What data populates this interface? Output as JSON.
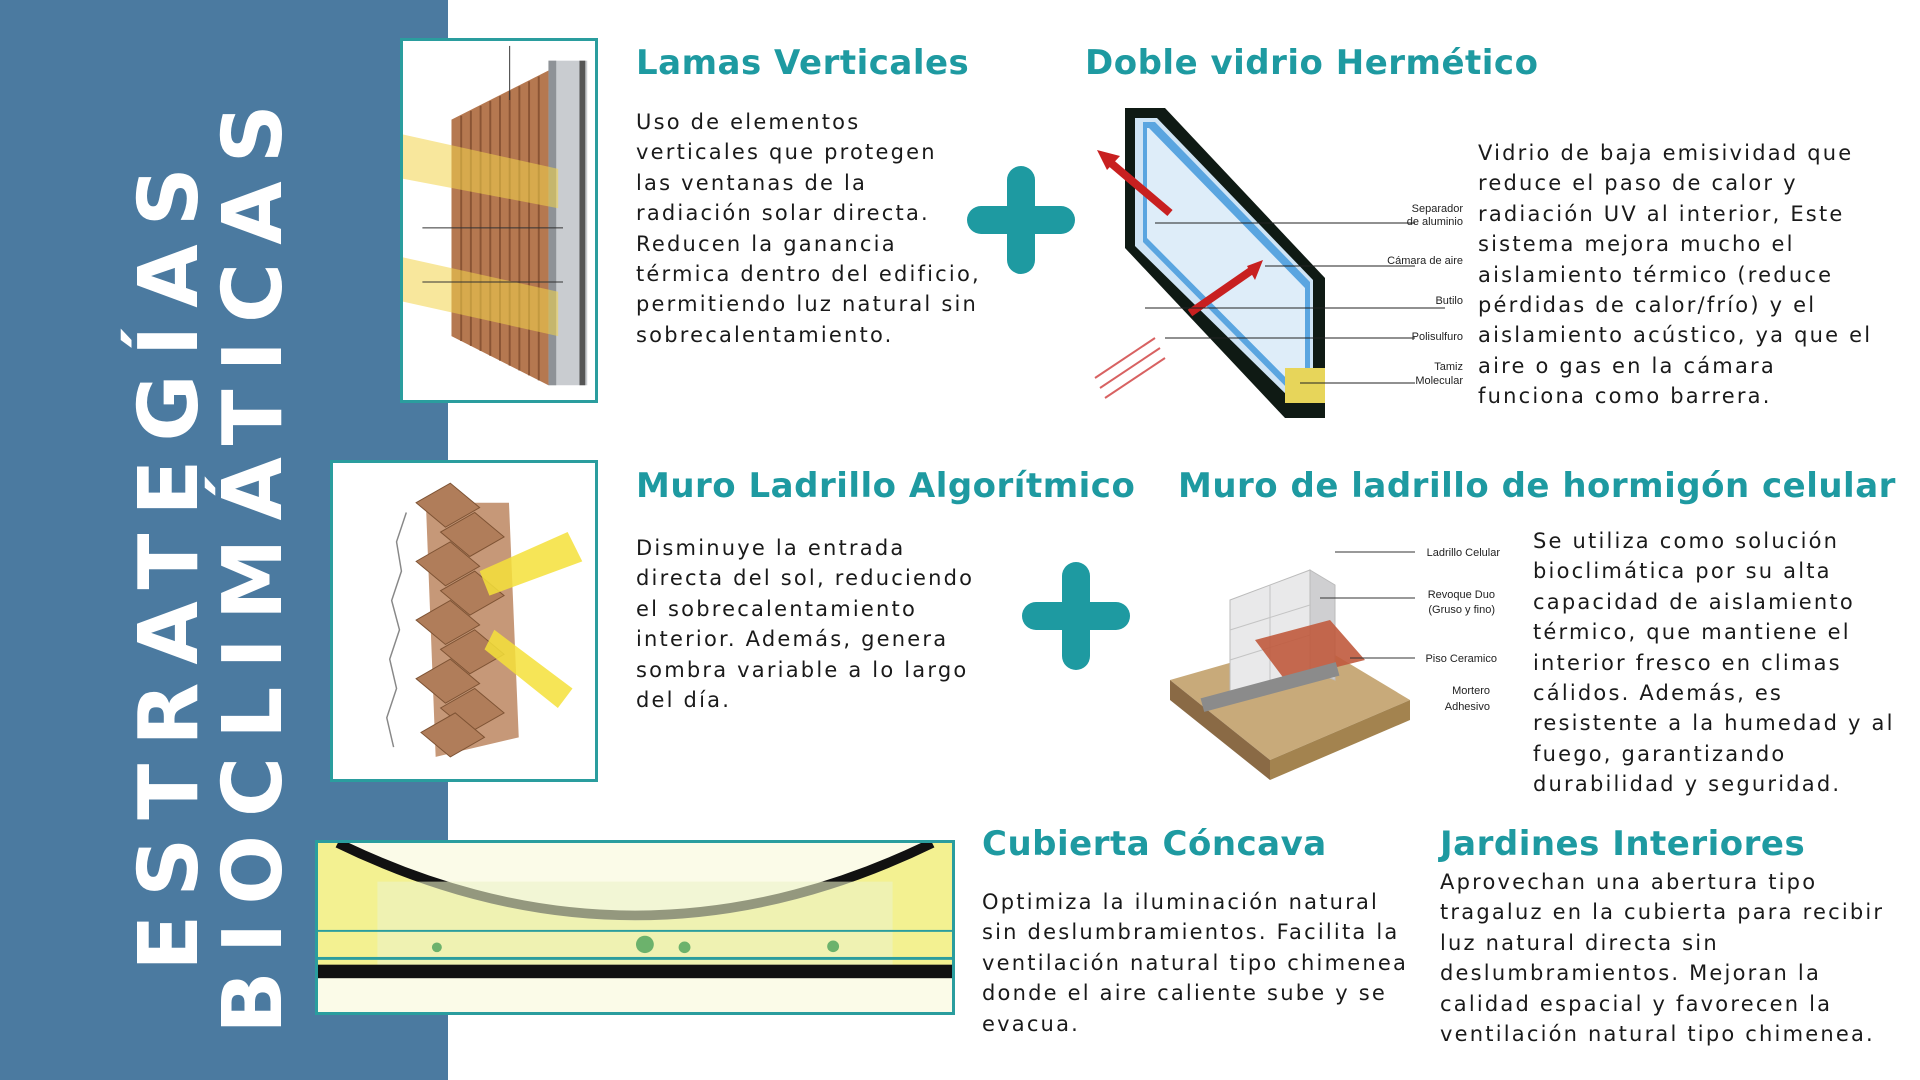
{
  "vertical_title": {
    "line1": "ESTRATEGÍAS",
    "line2": "BIOCLIMÁTICAS"
  },
  "lamas": {
    "title": "Lamas Verticales",
    "text": "Uso de elementos verticales que protegen las ventanas de la radiación solar directa. Reducen la ganancia térmica dentro del edificio, permitiendo luz natural sin sobrecalentamiento."
  },
  "doble_vidrio": {
    "title": "Doble vidrio Hermético",
    "text": "Vidrio de baja emisividad que reduce el paso de calor y radiación UV al interior, Este sistema mejora mucho el aislamiento térmico (reduce pérdidas de calor/frío) y el aislamiento acústico, ya que el aire o gas en la cámara funciona como barrera.",
    "labels": {
      "separador_1": "Separador",
      "separador_2": "de aluminio",
      "camara": "Cámara de aire",
      "butilo": "Butilo",
      "polisulfuro": "Polisulfuro",
      "tamiz_1": "Tamiz",
      "tamiz_2": "Molecular"
    }
  },
  "muro_algoritmico": {
    "title": "Muro Ladrillo Algorítmico",
    "text": "Disminuye la entrada directa del sol, reduciendo el sobrecalentamiento interior. Además, genera sombra variable a lo largo del día."
  },
  "muro_hormigon": {
    "title": "Muro de ladrillo de hormigón celular",
    "text": "Se utiliza como solución bioclimática por su alta capacidad de aislamiento térmico, que mantiene el interior fresco en climas cálidos. Además, es resistente a la humedad y al fuego, garantizando durabilidad y seguridad.",
    "labels": {
      "ladrillo": "Ladrillo Celular",
      "revoque_1": "Revoque Duo",
      "revoque_2": "(Gruso y fino)",
      "piso": "Piso Ceramico",
      "mortero_1": "Mortero",
      "mortero_2": "Adhesivo"
    }
  },
  "cubierta": {
    "title": "Cubierta Cóncava",
    "text": "Optimiza la iluminación natural sin deslumbramientos. Facilita la ventilación natural tipo chimenea donde el aire caliente sube y se evacua."
  },
  "jardines": {
    "title": "Jardines Interiores",
    "text": "Aprovechan una abertura tipo tragaluz en la cubierta para recibir luz natural directa sin deslumbramientos. Mejoran la calidad espacial y favorecen la ventilación natural tipo chimenea."
  },
  "colors": {
    "sidebar": "#4b7aa0",
    "accent": "#1e9aa1",
    "frame": "#2a9d9e"
  },
  "icons": [
    "plus-icon",
    "plus-icon"
  ]
}
